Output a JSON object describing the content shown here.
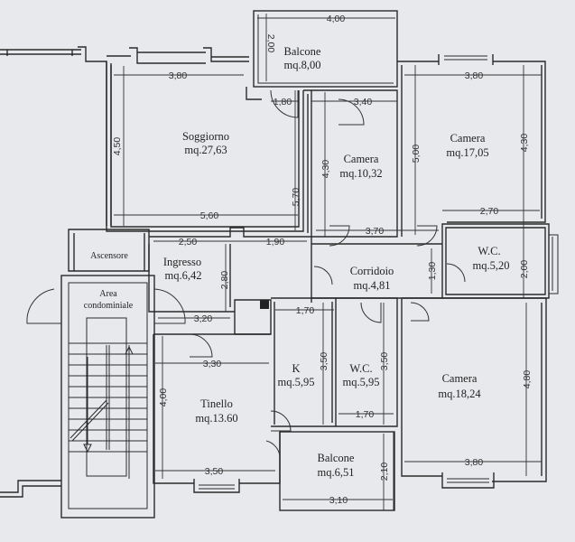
{
  "rooms": {
    "balcone_top": {
      "name": "Balcone",
      "area": "mq.8,00"
    },
    "soggiorno": {
      "name": "Soggiorno",
      "area": "mq.27,63"
    },
    "camera_small": {
      "name": "Camera",
      "area": "mq.10,32"
    },
    "camera_top_right": {
      "name": "Camera",
      "area": "mq.17,05"
    },
    "ascensore": {
      "name": "Ascensore"
    },
    "ingresso": {
      "name": "Ingresso",
      "area": "mq.6,42"
    },
    "corridoio": {
      "name": "Corridoio",
      "area": "mq.4,81"
    },
    "wc_right": {
      "name": "W.C.",
      "area": "mq.5,20"
    },
    "area_condominiale": {
      "line1": "Area",
      "line2": "condominiale"
    },
    "kitchen": {
      "name": "K",
      "area": "mq.5,95"
    },
    "wc_center": {
      "name": "W.C.",
      "area": "mq.5,95"
    },
    "camera_bottom_right": {
      "name": "Camera",
      "area": "mq.18,24"
    },
    "tinello": {
      "name": "Tinello",
      "area": "mq.13.60"
    },
    "balcone_bottom": {
      "name": "Balcone",
      "area": "mq.6,51"
    }
  },
  "dimensions": [
    "4,00",
    "2,00",
    "3,80",
    "1,80",
    "3,40",
    "3,80",
    "4,50",
    "5,70",
    "4,30",
    "5,00",
    "4,30",
    "5,60",
    "2,70",
    "2,50",
    "1,90",
    "3,70",
    "2,80",
    "1,30",
    "2,00",
    "3,20",
    "1,70",
    "3,30",
    "4,00",
    "3,50",
    "3,50",
    "1,70",
    "4,80",
    "3,50",
    "2,10",
    "3,80",
    "3,10"
  ]
}
